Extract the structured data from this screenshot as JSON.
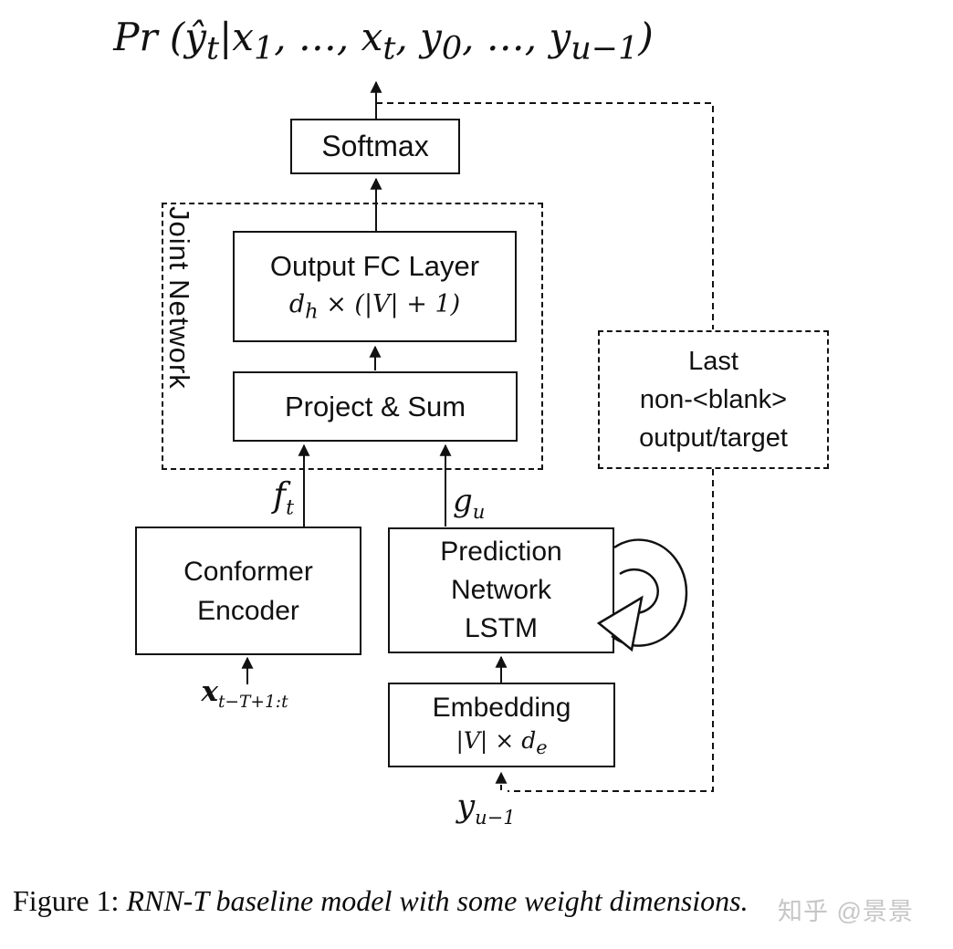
{
  "colors": {
    "ink": "#111111",
    "watermark": "#c6c6c6",
    "background": "#ffffff"
  },
  "formula": {
    "pr": "Pr (",
    "y_hat": "ŷ",
    "sub_t_hat": "t",
    "pipe_x": "|x",
    "sub_one": "1",
    "seg_xt": ", …, x",
    "sub_t": "t",
    "seg_y0": ", y",
    "sub_zero": "0",
    "seg_yu": ", …, y",
    "sub_u_minus_1": "u−1",
    "close": ")"
  },
  "nodes": {
    "softmax": {
      "label": "Softmax"
    },
    "joint_network": {
      "label": "Joint Network"
    },
    "output_fc": {
      "title": "Output FC Layer",
      "dim_base": "d",
      "dim_sub": "h",
      "dim_rest": " × (|V| + 1)"
    },
    "project_sum": {
      "label": "Project & Sum"
    },
    "last_output": {
      "lines": [
        "Last",
        "non-<blank>",
        "output/target"
      ]
    },
    "conformer": {
      "lines": [
        "Conformer",
        "Encoder"
      ]
    },
    "prediction": {
      "lines": [
        "Prediction",
        "Network",
        "LSTM"
      ]
    },
    "embedding": {
      "title": "Embedding",
      "dim_base": "|V| × d",
      "dim_sub": "e"
    }
  },
  "labels": {
    "f": {
      "base": "f",
      "sub": "t"
    },
    "g": {
      "base": "g",
      "sub": "u"
    },
    "x_input": {
      "base": "x",
      "sub": "t−T+1:t"
    },
    "y_feedback": {
      "base": "y",
      "sub": "u−1"
    }
  },
  "caption": {
    "prefix": "Figure 1: ",
    "body": "RNN-T baseline model with some weight dimensions."
  },
  "watermark": {
    "text": "知乎 @景景"
  }
}
